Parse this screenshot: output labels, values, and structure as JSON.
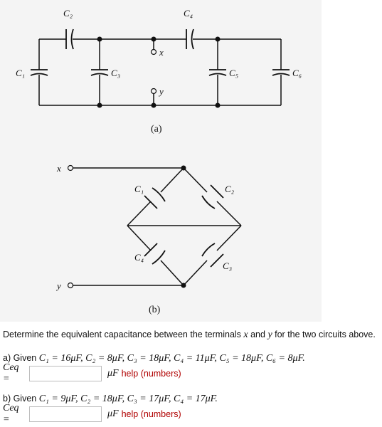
{
  "figure": {
    "circuit_a": {
      "capacitor_labels": [
        "C₂",
        "C₄",
        "C₁",
        "C₃",
        "C₅",
        "C₆"
      ],
      "terminal_x": "x",
      "terminal_y": "y",
      "caption": "(a)"
    },
    "circuit_b": {
      "capacitor_labels": [
        "C₁",
        "C₂",
        "C₄",
        "C₃"
      ],
      "terminal_x": "x",
      "terminal_y": "y",
      "caption": "(b)"
    }
  },
  "question": {
    "prompt_before": "Determine the equivalent capacitance between the terminals ",
    "var_x": "x",
    "prompt_mid": " and ",
    "var_y": "y",
    "prompt_after": " for the two circuits above.",
    "part_a": {
      "label": "a) Given ",
      "givens": "C₁ = 16μF, C₂ = 8μF, C₃ = 18μF, C₄ = 11μF, C₅ = 18μF, C₆ = 8μF.",
      "answer_label": "Ceq =",
      "answer_value": "",
      "unit": "μF",
      "help": "help (numbers)"
    },
    "part_b": {
      "label": "b) Given ",
      "givens": "C₁ = 9μF, C₂ = 18μF, C₃ = 17μF, C₄ = 17μF.",
      "answer_label": "Ceq =",
      "answer_value": "",
      "unit": "μF",
      "help": "help (numbers)"
    }
  }
}
